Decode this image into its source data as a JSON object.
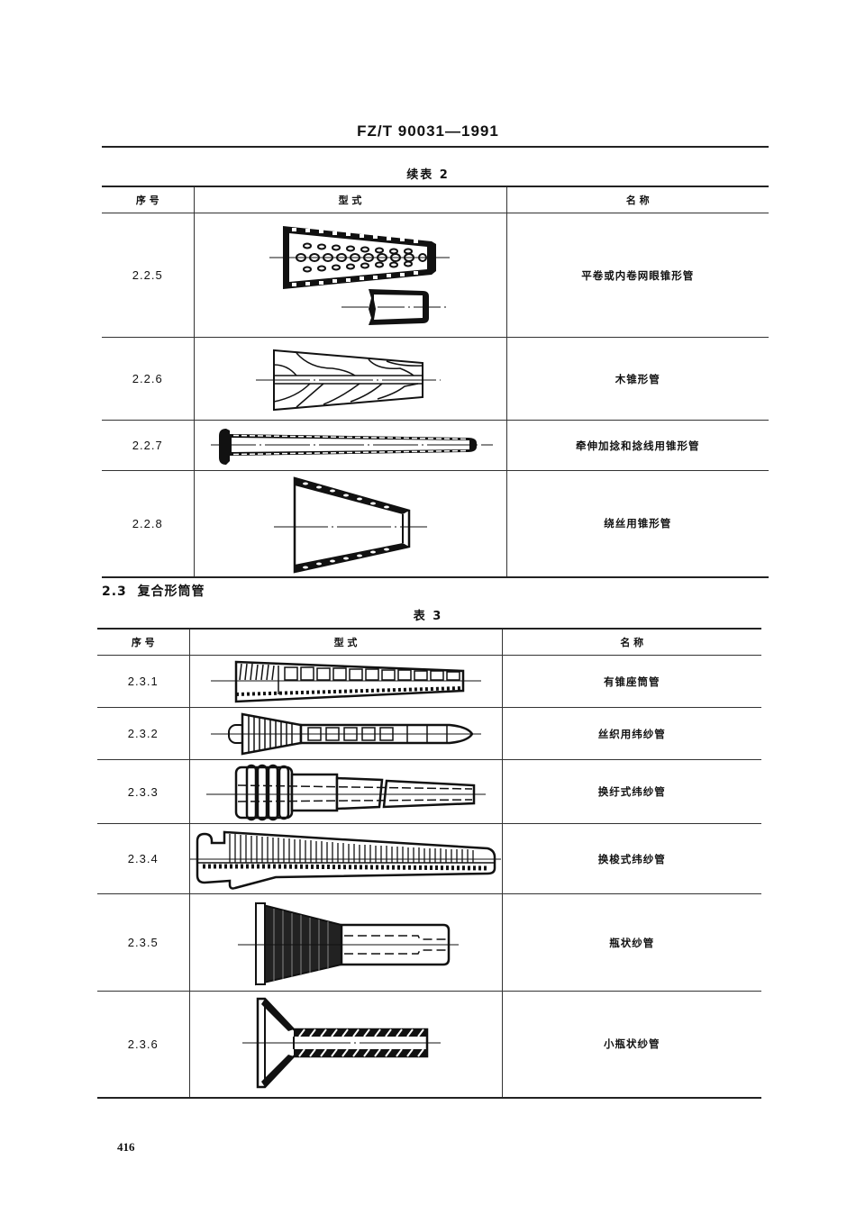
{
  "header": {
    "standard_code": "FZ/T 90031—1991"
  },
  "table2": {
    "caption": "续表 2",
    "columns": [
      "序  号",
      "型    式",
      "名    称"
    ],
    "rows": [
      {
        "id": "2.2.5",
        "name": "平卷或内卷网眼锥形管",
        "drawing": "perforated-cone-tube-drawing"
      },
      {
        "id": "2.2.6",
        "name": "木锥形管",
        "drawing": "wooden-cone-tube-drawing"
      },
      {
        "id": "2.2.7",
        "name": "牵伸加捻和捻线用锥形管",
        "drawing": "drafting-twisting-cone-tube-drawing"
      },
      {
        "id": "2.2.8",
        "name": "绕丝用锥形管",
        "drawing": "silk-winding-cone-tube-drawing"
      }
    ]
  },
  "section": {
    "number": "2.3",
    "title": "复合形筒管"
  },
  "table3": {
    "caption": "表 3",
    "columns": [
      "序  号",
      "型    式",
      "名    称"
    ],
    "rows": [
      {
        "id": "2.3.1",
        "name": "有锥座筒管",
        "drawing": "cone-base-bobbin-drawing"
      },
      {
        "id": "2.3.2",
        "name": "丝织用纬纱管",
        "drawing": "silk-weaving-pirn-drawing"
      },
      {
        "id": "2.3.3",
        "name": "换纡式纬纱管",
        "drawing": "pirn-change-pirn-drawing"
      },
      {
        "id": "2.3.4",
        "name": "换梭式纬纱管",
        "drawing": "shuttle-change-pirn-drawing"
      },
      {
        "id": "2.3.5",
        "name": "瓶状纱管",
        "drawing": "bottle-bobbin-drawing"
      },
      {
        "id": "2.3.6",
        "name": "小瓶状纱管",
        "drawing": "small-bottle-bobbin-drawing"
      }
    ]
  },
  "footer": {
    "page_number": "416"
  }
}
